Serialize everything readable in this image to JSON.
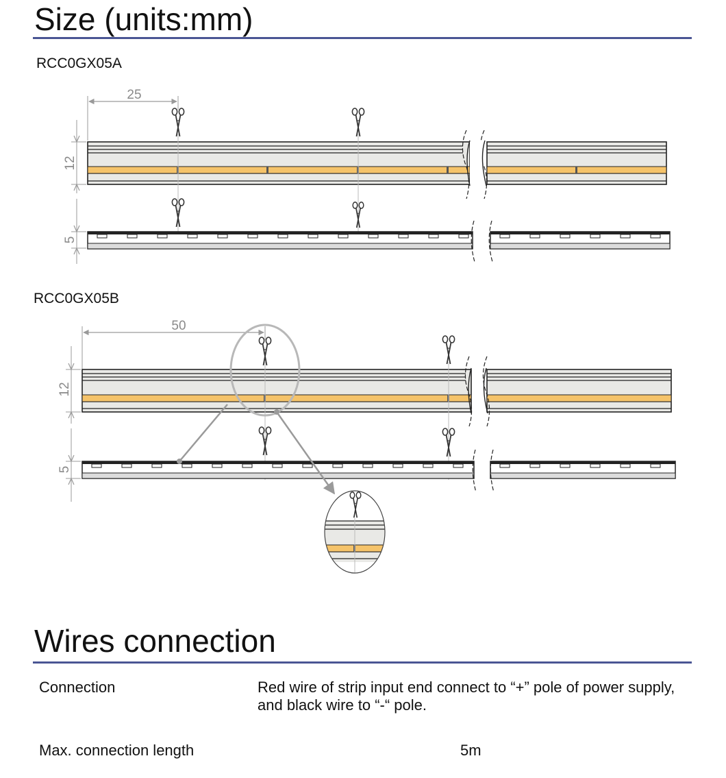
{
  "size_section": {
    "title": "Size (units:mm)",
    "variant_a": {
      "model": "RCC0GX05A",
      "cut_spacing": "25",
      "width": "12",
      "height": "5"
    },
    "variant_b": {
      "model": "RCC0GX05B",
      "cut_spacing": "50",
      "width": "12",
      "height": "5"
    }
  },
  "wires_section": {
    "title": "Wires connection",
    "rows": [
      {
        "label": "Connection",
        "value": "Red wire of strip input end connect to “+” pole of power supply, and black wire to “-“ pole."
      },
      {
        "label": "Max. connection length",
        "value": "5m"
      }
    ]
  },
  "colors": {
    "accent_rule": "#4a5594",
    "led_strip": "#f5c36a",
    "strip_body": "#e9e9e6",
    "dimension": "#8a8a8a"
  }
}
